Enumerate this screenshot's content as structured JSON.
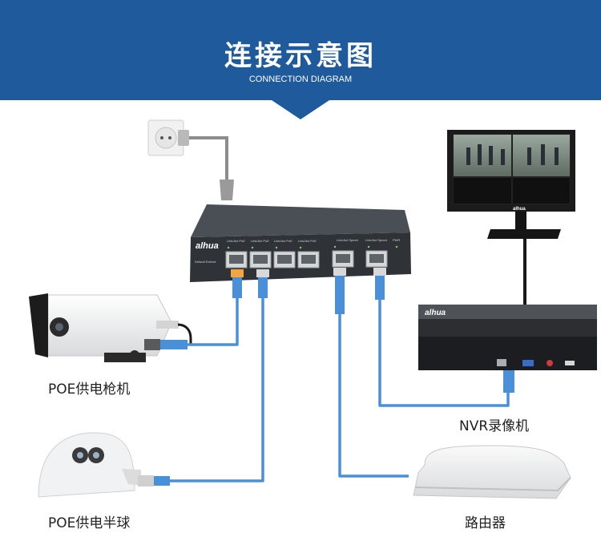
{
  "header": {
    "title": "连接示意图",
    "subtitle": "CONNECTION DIAGRAM"
  },
  "switch": {
    "brand": "alhua",
    "port_labels": [
      "Link/Act PoE",
      "Link/Act PoE",
      "Link/Act PoE",
      "Link/Act PoE",
      "Link/Act Speed",
      "Link/Act Speed",
      "PWR"
    ],
    "extend_label": "Default Extend"
  },
  "nvr": {
    "brand": "alhua"
  },
  "monitor": {
    "brand": "alhua"
  },
  "labels": {
    "bullet_camera": "POE供电枪机",
    "dome_camera": "POE供电半球",
    "nvr": "NVR录像机",
    "router": "路由器"
  },
  "colors": {
    "banner": "#1e5a9c",
    "cable": "#4a90d9",
    "power_cable": "#8c8c8c",
    "switch_body": "#2f3338"
  }
}
